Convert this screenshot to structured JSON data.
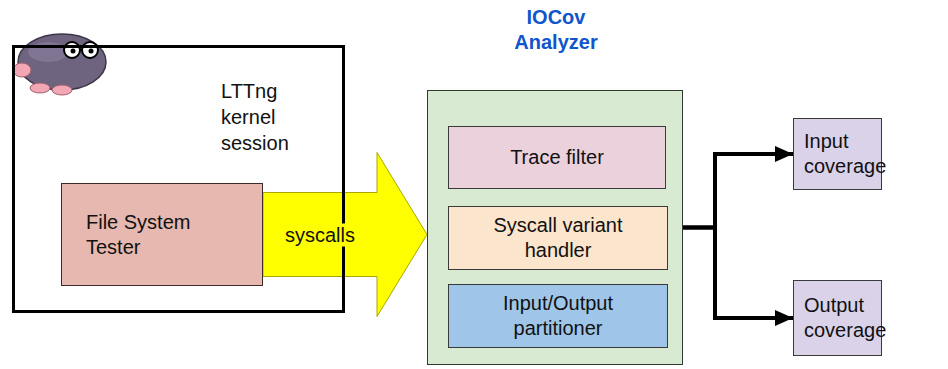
{
  "diagram": {
    "nodes": [
      {
        "text": [
          "LTTng kernel session"
        ]
      },
      {
        "text": [
          "File System Tester"
        ],
        "in": 0
      },
      {
        "text": [
          "IOCov Analyzer"
        ]
      },
      {
        "text": [
          "Trace filter"
        ],
        "in": 2
      },
      {
        "text": [
          "Syscall variant handler"
        ],
        "in": 2
      },
      {
        "text": [
          "Input/Output partitioner"
        ],
        "in": 2
      },
      {
        "text": [
          "Input coverage"
        ]
      },
      {
        "text": [
          "Output coverage"
        ]
      }
    ],
    "edges": [
      {
        "from": 1,
        "to": 2,
        "label": "syscalls",
        "arrow": "to"
      },
      {
        "from": 2,
        "to": 6,
        "arrow": "to"
      },
      {
        "from": 2,
        "to": 7,
        "arrow": "to"
      }
    ]
  }
}
